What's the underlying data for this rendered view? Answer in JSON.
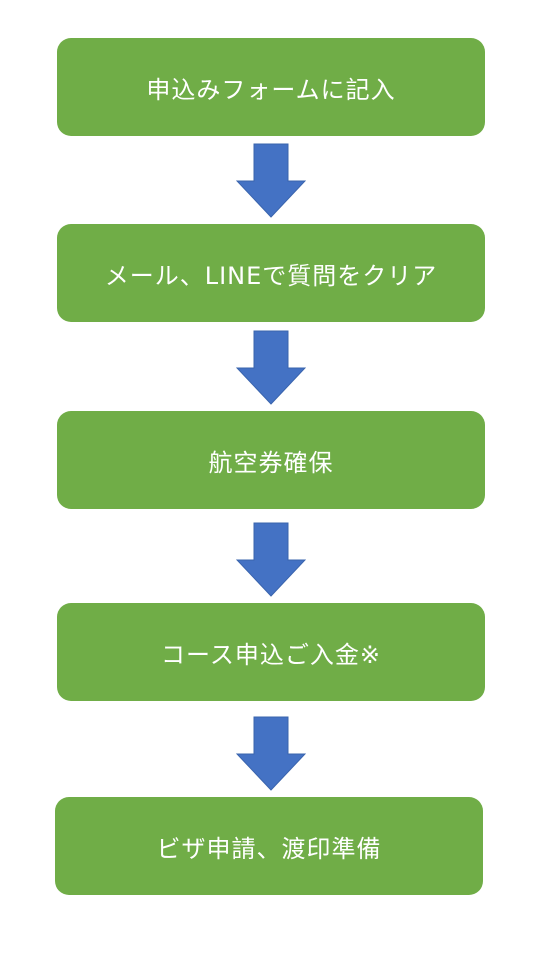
{
  "flow": {
    "steps": [
      {
        "label": "申込みフォームに記入"
      },
      {
        "label": "メール、LINEで質問をクリア"
      },
      {
        "label": "航空券確保"
      },
      {
        "label": "コース申込ご入金※"
      },
      {
        "label": "ビザ申請、渡印準備"
      }
    ]
  },
  "colors": {
    "step_fill": "#70ad47",
    "arrow_fill": "#4472c4",
    "text": "#ffffff"
  }
}
